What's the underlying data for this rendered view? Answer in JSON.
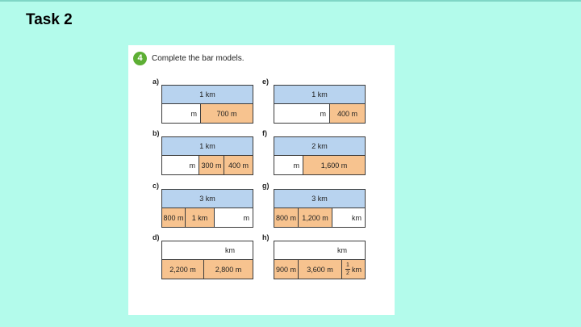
{
  "slide_title": "Task 2",
  "question": {
    "number": "4",
    "text": "Complete the bar models."
  },
  "models": {
    "a": {
      "label": "a)",
      "top": "1 km",
      "bottom": [
        {
          "text": "m",
          "fill": "white"
        },
        {
          "text": "700 m",
          "fill": "orange"
        }
      ]
    },
    "b": {
      "label": "b)",
      "top": "1 km",
      "bottom": [
        {
          "text": "m",
          "fill": "white"
        },
        {
          "text": "300 m",
          "fill": "orange"
        },
        {
          "text": "400 m",
          "fill": "orange"
        }
      ]
    },
    "c": {
      "label": "c)",
      "top": "3 km",
      "bottom": [
        {
          "text": "800 m",
          "fill": "orange"
        },
        {
          "text": "1 km",
          "fill": "orange"
        },
        {
          "text": "m",
          "fill": "white"
        }
      ]
    },
    "d": {
      "label": "d)",
      "top": "km",
      "bottom": [
        {
          "text": "2,200 m",
          "fill": "orange"
        },
        {
          "text": "2,800 m",
          "fill": "orange"
        }
      ]
    },
    "e": {
      "label": "e)",
      "top": "1 km",
      "bottom": [
        {
          "text": "m",
          "fill": "white"
        },
        {
          "text": "400 m",
          "fill": "orange"
        }
      ]
    },
    "f": {
      "label": "f)",
      "top": "2 km",
      "bottom": [
        {
          "text": "m",
          "fill": "white"
        },
        {
          "text": "1,600 m",
          "fill": "orange"
        }
      ]
    },
    "g": {
      "label": "g)",
      "top": "3 km",
      "bottom": [
        {
          "text": "800 m",
          "fill": "orange"
        },
        {
          "text": "1,200 m",
          "fill": "orange"
        },
        {
          "text": "km",
          "fill": "white"
        }
      ]
    },
    "h": {
      "label": "h)",
      "top": "km",
      "bottom": [
        {
          "text": "900 m",
          "fill": "orange"
        },
        {
          "text": "3,600 m",
          "fill": "orange"
        }
      ],
      "fraction": {
        "numerator": "1",
        "denominator": "2",
        "unit": "km"
      }
    }
  },
  "colors": {
    "background": "#b3fbeb",
    "whole_bar": "#b8d3ef",
    "part_bar": "#f7c38f",
    "badge": "#5daf34"
  }
}
